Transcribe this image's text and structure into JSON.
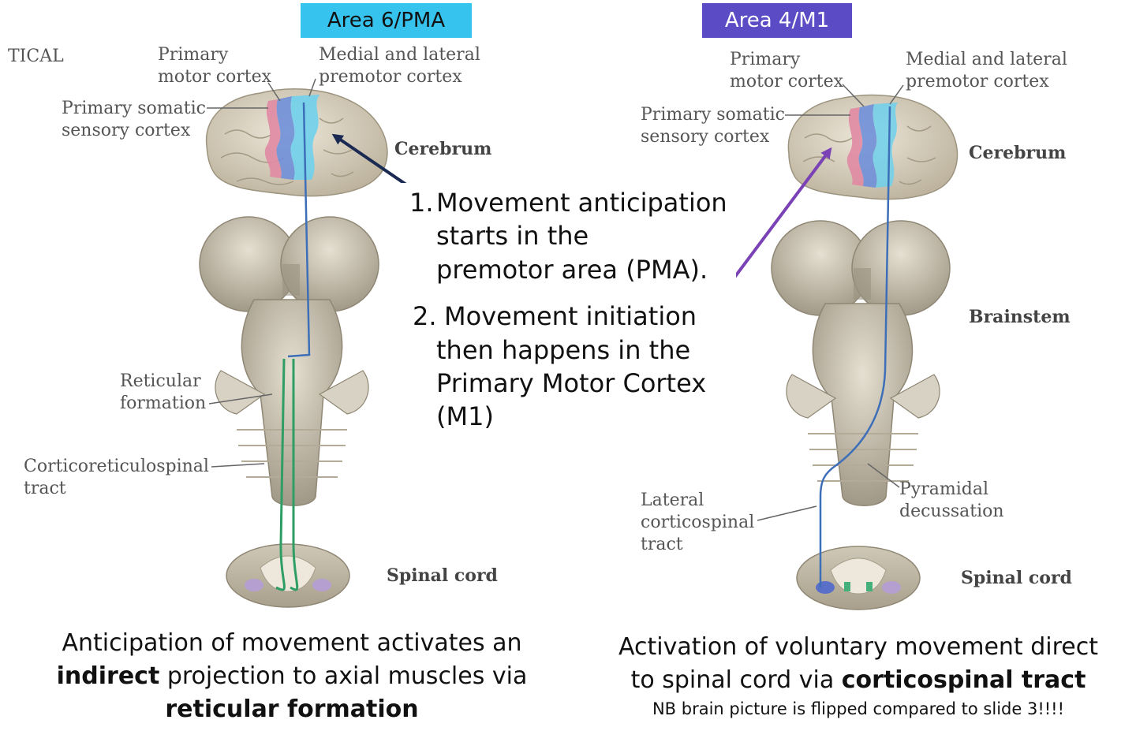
{
  "left_panel": {
    "area_tag": "Area 6/PMA",
    "cut_label": "TICAL",
    "labels": {
      "primary_motor": [
        "Primary",
        "motor cortex"
      ],
      "premotor": [
        "Medial and lateral",
        "premotor cortex"
      ],
      "somatic": [
        "Primary somatic",
        "sensory cortex"
      ],
      "cerebrum": "Cerebrum",
      "reticular": [
        "Reticular",
        "formation"
      ],
      "corticoreticulospinal": [
        "Corticoreticulospinal",
        "tract"
      ],
      "spinal_cord": "Spinal cord"
    },
    "caption": {
      "line1": "Anticipation of movement activates an",
      "line2_bold": "indirect",
      "line2_rest": " projection to axial muscles via",
      "line3_bold": "reticular formation"
    }
  },
  "right_panel": {
    "area_tag": "Area 4/M1",
    "labels": {
      "primary_motor": [
        "Primary",
        "motor cortex"
      ],
      "premotor": [
        "Medial and lateral",
        "premotor cortex"
      ],
      "somatic": [
        "Primary somatic",
        "sensory cortex"
      ],
      "cerebrum": "Cerebrum",
      "brainstem": "Brainstem",
      "pyramidal": [
        "Pyramidal",
        "decussation"
      ],
      "lateral_cst": [
        "Lateral",
        "corticospinal",
        "tract"
      ],
      "spinal_cord": "Spinal cord"
    },
    "caption": {
      "line1": "Activation of voluntary movement direct",
      "line2_pre": "to spinal cord via ",
      "line2_bold": "corticospinal tract",
      "note": "NB brain picture is flipped compared to slide 3!!!!"
    }
  },
  "steps": {
    "s1_num": "1.",
    "s1_line1": "Movement anticipation",
    "s1_line2": "starts in the",
    "s1_line3": "premotor area (PMA).",
    "s2_num": "2.",
    "s2_line1": "Movement initiation",
    "s2_line2": "then happens in the",
    "s2_line3": "Primary Motor Cortex",
    "s2_line4": "(M1)"
  },
  "colors": {
    "pma_tag": "#36c4ef",
    "m1_tag": "#5b4bc4",
    "arrow_1": "#1b2a52",
    "arrow_2": "#7a42b5",
    "brain": "#d9d2c2",
    "motor_blue": "#6f8fd8",
    "premotor_cyan": "#6fd0ec",
    "sensory_pink": "#e08aa3",
    "tract_green": "#2f9e64",
    "tract_blue": "#3d6fb8"
  }
}
